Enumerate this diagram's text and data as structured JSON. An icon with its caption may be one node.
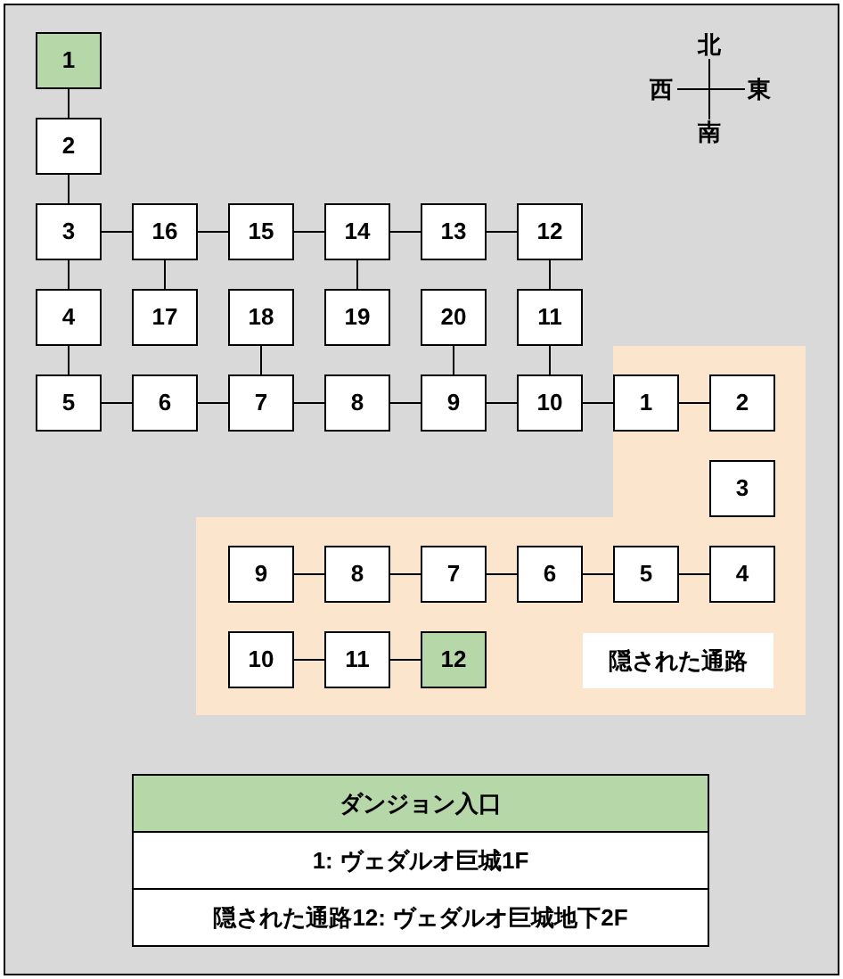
{
  "diagram": {
    "nodes": [
      {
        "text": [
          "1"
        ]
      },
      {
        "text": [
          "2"
        ]
      },
      {
        "text": [
          "3"
        ]
      },
      {
        "text": [
          "4"
        ]
      },
      {
        "text": [
          "5"
        ]
      },
      {
        "text": [
          "6"
        ]
      },
      {
        "text": [
          "7"
        ]
      },
      {
        "text": [
          "8"
        ]
      },
      {
        "text": [
          "9"
        ]
      },
      {
        "text": [
          "10"
        ]
      },
      {
        "text": [
          "11"
        ]
      },
      {
        "text": [
          "12"
        ]
      },
      {
        "text": [
          "13"
        ]
      },
      {
        "text": [
          "14"
        ]
      },
      {
        "text": [
          "15"
        ]
      },
      {
        "text": [
          "16"
        ]
      },
      {
        "text": [
          "17"
        ]
      },
      {
        "text": [
          "18"
        ]
      },
      {
        "text": [
          "19"
        ]
      },
      {
        "text": [
          "20"
        ]
      },
      {
        "text": [
          "隠された通路"
        ]
      },
      {
        "text": [
          "1"
        ],
        "in": 20
      },
      {
        "text": [
          "2"
        ],
        "in": 20
      },
      {
        "text": [
          "3"
        ],
        "in": 20
      },
      {
        "text": [
          "4"
        ],
        "in": 20
      },
      {
        "text": [
          "5"
        ],
        "in": 20
      },
      {
        "text": [
          "6"
        ],
        "in": 20
      },
      {
        "text": [
          "7"
        ],
        "in": 20
      },
      {
        "text": [
          "8"
        ],
        "in": 20
      },
      {
        "text": [
          "9"
        ],
        "in": 20
      },
      {
        "text": [
          "10"
        ],
        "in": 20
      },
      {
        "text": [
          "11"
        ],
        "in": 20
      },
      {
        "text": [
          "12"
        ],
        "in": 20
      }
    ],
    "edges": [
      {
        "from": 0,
        "to": 1,
        "arrow": "none"
      },
      {
        "from": 1,
        "to": 2,
        "arrow": "none"
      },
      {
        "from": 2,
        "to": 15,
        "arrow": "none"
      },
      {
        "from": 15,
        "to": 14,
        "arrow": "none"
      },
      {
        "from": 14,
        "to": 13,
        "arrow": "none"
      },
      {
        "from": 13,
        "to": 12,
        "arrow": "none"
      },
      {
        "from": 12,
        "to": 11,
        "arrow": "none"
      },
      {
        "from": 2,
        "to": 3,
        "arrow": "none"
      },
      {
        "from": 15,
        "to": 16,
        "arrow": "none"
      },
      {
        "from": 13,
        "to": 18,
        "arrow": "none"
      },
      {
        "from": 11,
        "to": 10,
        "arrow": "none"
      },
      {
        "from": 3,
        "to": 4,
        "arrow": "none"
      },
      {
        "from": 17,
        "to": 6,
        "arrow": "none"
      },
      {
        "from": 19,
        "to": 8,
        "arrow": "none"
      },
      {
        "from": 10,
        "to": 9,
        "arrow": "none"
      },
      {
        "from": 4,
        "to": 5,
        "arrow": "none"
      },
      {
        "from": 5,
        "to": 6,
        "arrow": "none"
      },
      {
        "from": 6,
        "to": 7,
        "arrow": "none"
      },
      {
        "from": 7,
        "to": 8,
        "arrow": "none"
      },
      {
        "from": 8,
        "to": 9,
        "arrow": "none"
      },
      {
        "from": 9,
        "to": 21,
        "arrow": "none"
      },
      {
        "from": 21,
        "to": 22,
        "arrow": "none"
      },
      {
        "from": 29,
        "to": 28,
        "arrow": "none"
      },
      {
        "from": 28,
        "to": 27,
        "arrow": "none"
      },
      {
        "from": 27,
        "to": 26,
        "arrow": "none"
      },
      {
        "from": 26,
        "to": 25,
        "arrow": "none"
      },
      {
        "from": 25,
        "to": 24,
        "arrow": "none"
      },
      {
        "from": 30,
        "to": 31,
        "arrow": "none"
      },
      {
        "from": 31,
        "to": 32,
        "arrow": "none"
      }
    ],
    "labels": [
      "北",
      "西",
      "東",
      "南",
      "1: ヴェダルオ巨城1F",
      "隠された通路12: ヴェダルオ巨城地下2F"
    ],
    "legend": [
      {
        "text": "ダンジョン入口",
        "color": "#b6d7a8"
      }
    ]
  }
}
